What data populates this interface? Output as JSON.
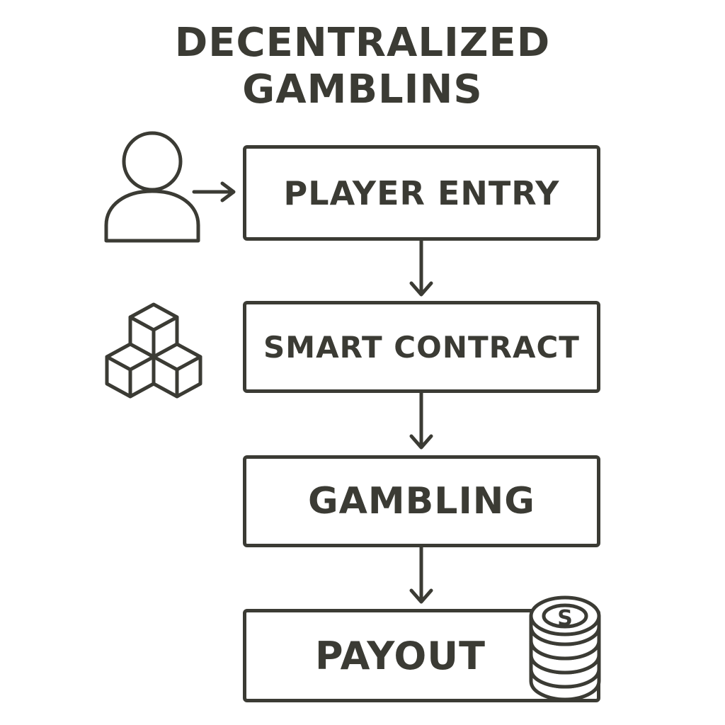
{
  "title": {
    "line1": "DECENTRALIZED",
    "line2": "GAMBLINS"
  },
  "steps": [
    {
      "label": "PLAYER ENTRY",
      "icon": "person-icon"
    },
    {
      "label": "SMART CONTRACT",
      "icon": "blocks-icon"
    },
    {
      "label": "GAMBLING"
    },
    {
      "label": "PAYOUT",
      "icon": "coin-stack-icon"
    }
  ],
  "coin_symbol": "S",
  "colors": {
    "stroke": "#3b3b34",
    "background": "#ffffff"
  }
}
